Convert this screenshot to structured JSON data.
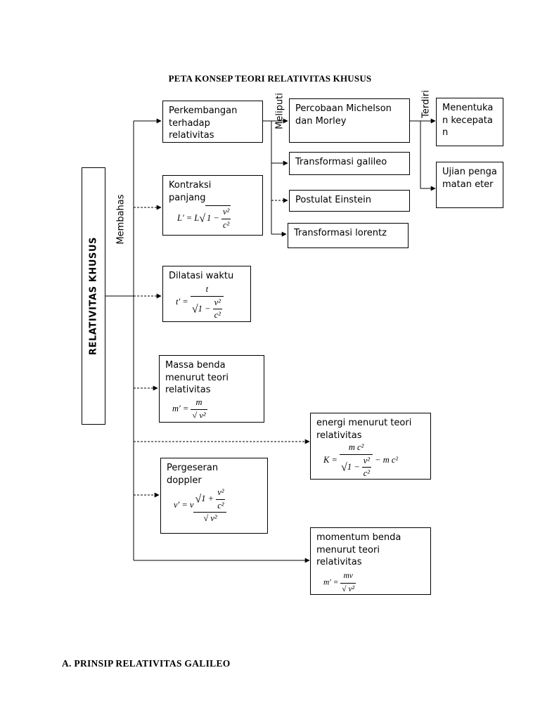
{
  "title": "PETA KONSEP TEORI RELATIVITAS KHUSUS",
  "section_heading": "A.  PRINSIP RELATIVITAS GALILEO",
  "main": {
    "label": "RELATIVITAS KHUSUS",
    "connector": "Membahas"
  },
  "connectors": {
    "meliputi": "Meliputi",
    "terdiri": "Terdiri"
  },
  "nodes": {
    "perkembangan": "Perkembangan terhadap relativitas",
    "kontraksi": "Kontraksi panjang",
    "dilatasi": "Dilatasi waktu",
    "massa": "Massa benda menurut teori relativitas",
    "energi": "energi menurut teori relativitas",
    "doppler": "Pergeseran doppler",
    "momentum": "momentum benda menurut teori relativitas",
    "michelson": "Percobaan Michelson dan Morley",
    "galileo": "Transformasi galileo",
    "einstein": "Postulat Einstein",
    "lorentz": "Transformasi lorentz",
    "kecepatan": "Menentukan kecepatan",
    "ujian": "Ujian pengamatan eter"
  },
  "formulas": {
    "kontraksi": {
      "lhs": "L' = L",
      "rad": "1 − ",
      "num": "v²",
      "den": "c²"
    },
    "dilatasi": {
      "lhs": "t' = ",
      "num": "t",
      "rad": "1 − ",
      "inner_num": "v²",
      "inner_den": "c²"
    },
    "massa": {
      "lhs": "m' = ",
      "num": "m",
      "den": "√ v²"
    },
    "energi": {
      "lhs": "K = ",
      "num": "m c²",
      "rad": "1 − ",
      "inner_num": "v²",
      "inner_den": "c²",
      "tail": "− m c²"
    },
    "doppler": {
      "lhs": "v' = v",
      "num_rad": "1 + ",
      "num_num": "v²",
      "num_den": "c²",
      "den": "√ v²"
    },
    "momentum": {
      "lhs": "m' = ",
      "num": "mv",
      "den": "√ v²"
    }
  }
}
